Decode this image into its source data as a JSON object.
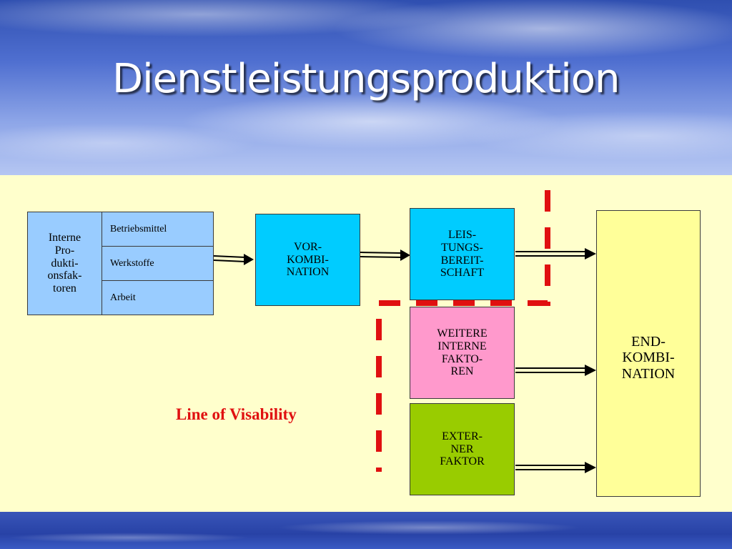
{
  "slide": {
    "title": "Dienstleistungsproduktion"
  },
  "diagram": {
    "internal_factors": {
      "label": "Interne\nPro-\ndukti-\nonsfak-\ntoren",
      "items": [
        "Betriebsmittel",
        "Werkstoffe",
        "Arbeit"
      ]
    },
    "pre_combination": "VOR-\nKOMBI-\nNATION",
    "readiness": "LEIS-\nTUNGS-\nBEREIT-\nSCHAFT",
    "further_internal": "WEITERE\nINTERNE\nFAKTO-\nREN",
    "external_factor": "EXTER-\nNER\nFAKTOR",
    "end_combination": "END-\nKOMBI-\nNATION",
    "line_of_visibility": "Line of Visability"
  },
  "colors": {
    "light_blue": "#99ccff",
    "cyan": "#00ccff",
    "pink": "#ff99cc",
    "green": "#99cc00",
    "pale_yellow": "#ffff99",
    "dashed_line": "#e01010",
    "background": "#ffffcc"
  }
}
